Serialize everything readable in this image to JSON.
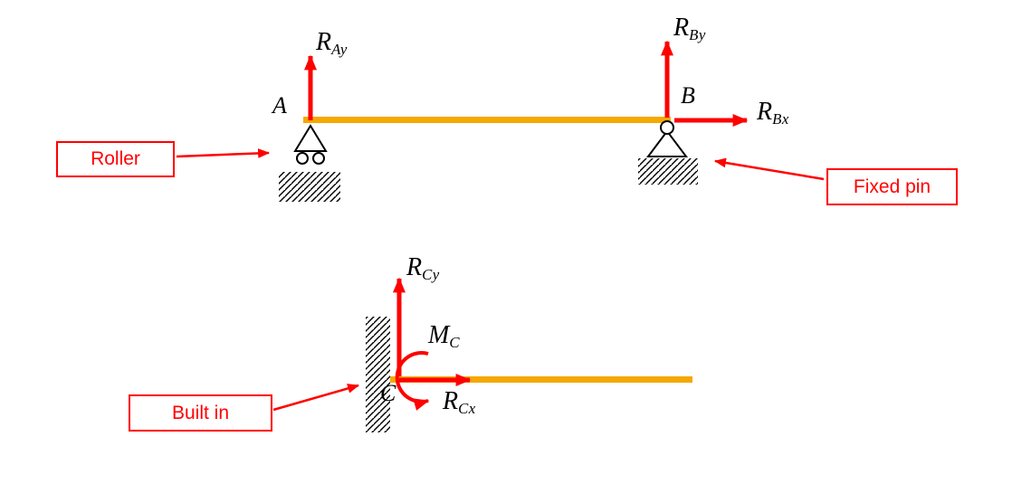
{
  "colors": {
    "background": "#FFFFFF",
    "beam": "#F5A800",
    "arrow": "#FF0000",
    "callout": "#FF0000",
    "support": "#000000"
  },
  "beam_pin_diagram": {
    "point_a_label": "A",
    "point_b_label": "B",
    "reaction_ay": {
      "base": "R",
      "sub": "Ay"
    },
    "reaction_by": {
      "base": "R",
      "sub": "By"
    },
    "reaction_bx": {
      "base": "R",
      "sub": "Bx"
    },
    "roller_callout": "Roller",
    "fixed_pin_callout": "Fixed pin"
  },
  "cantilever_diagram": {
    "point_c_label": "C",
    "reaction_cy": {
      "base": "R",
      "sub": "Cy"
    },
    "reaction_cx": {
      "base": "R",
      "sub": "Cx"
    },
    "moment_c": {
      "base": "M",
      "sub": "C"
    },
    "built_in_callout": "Built in"
  }
}
